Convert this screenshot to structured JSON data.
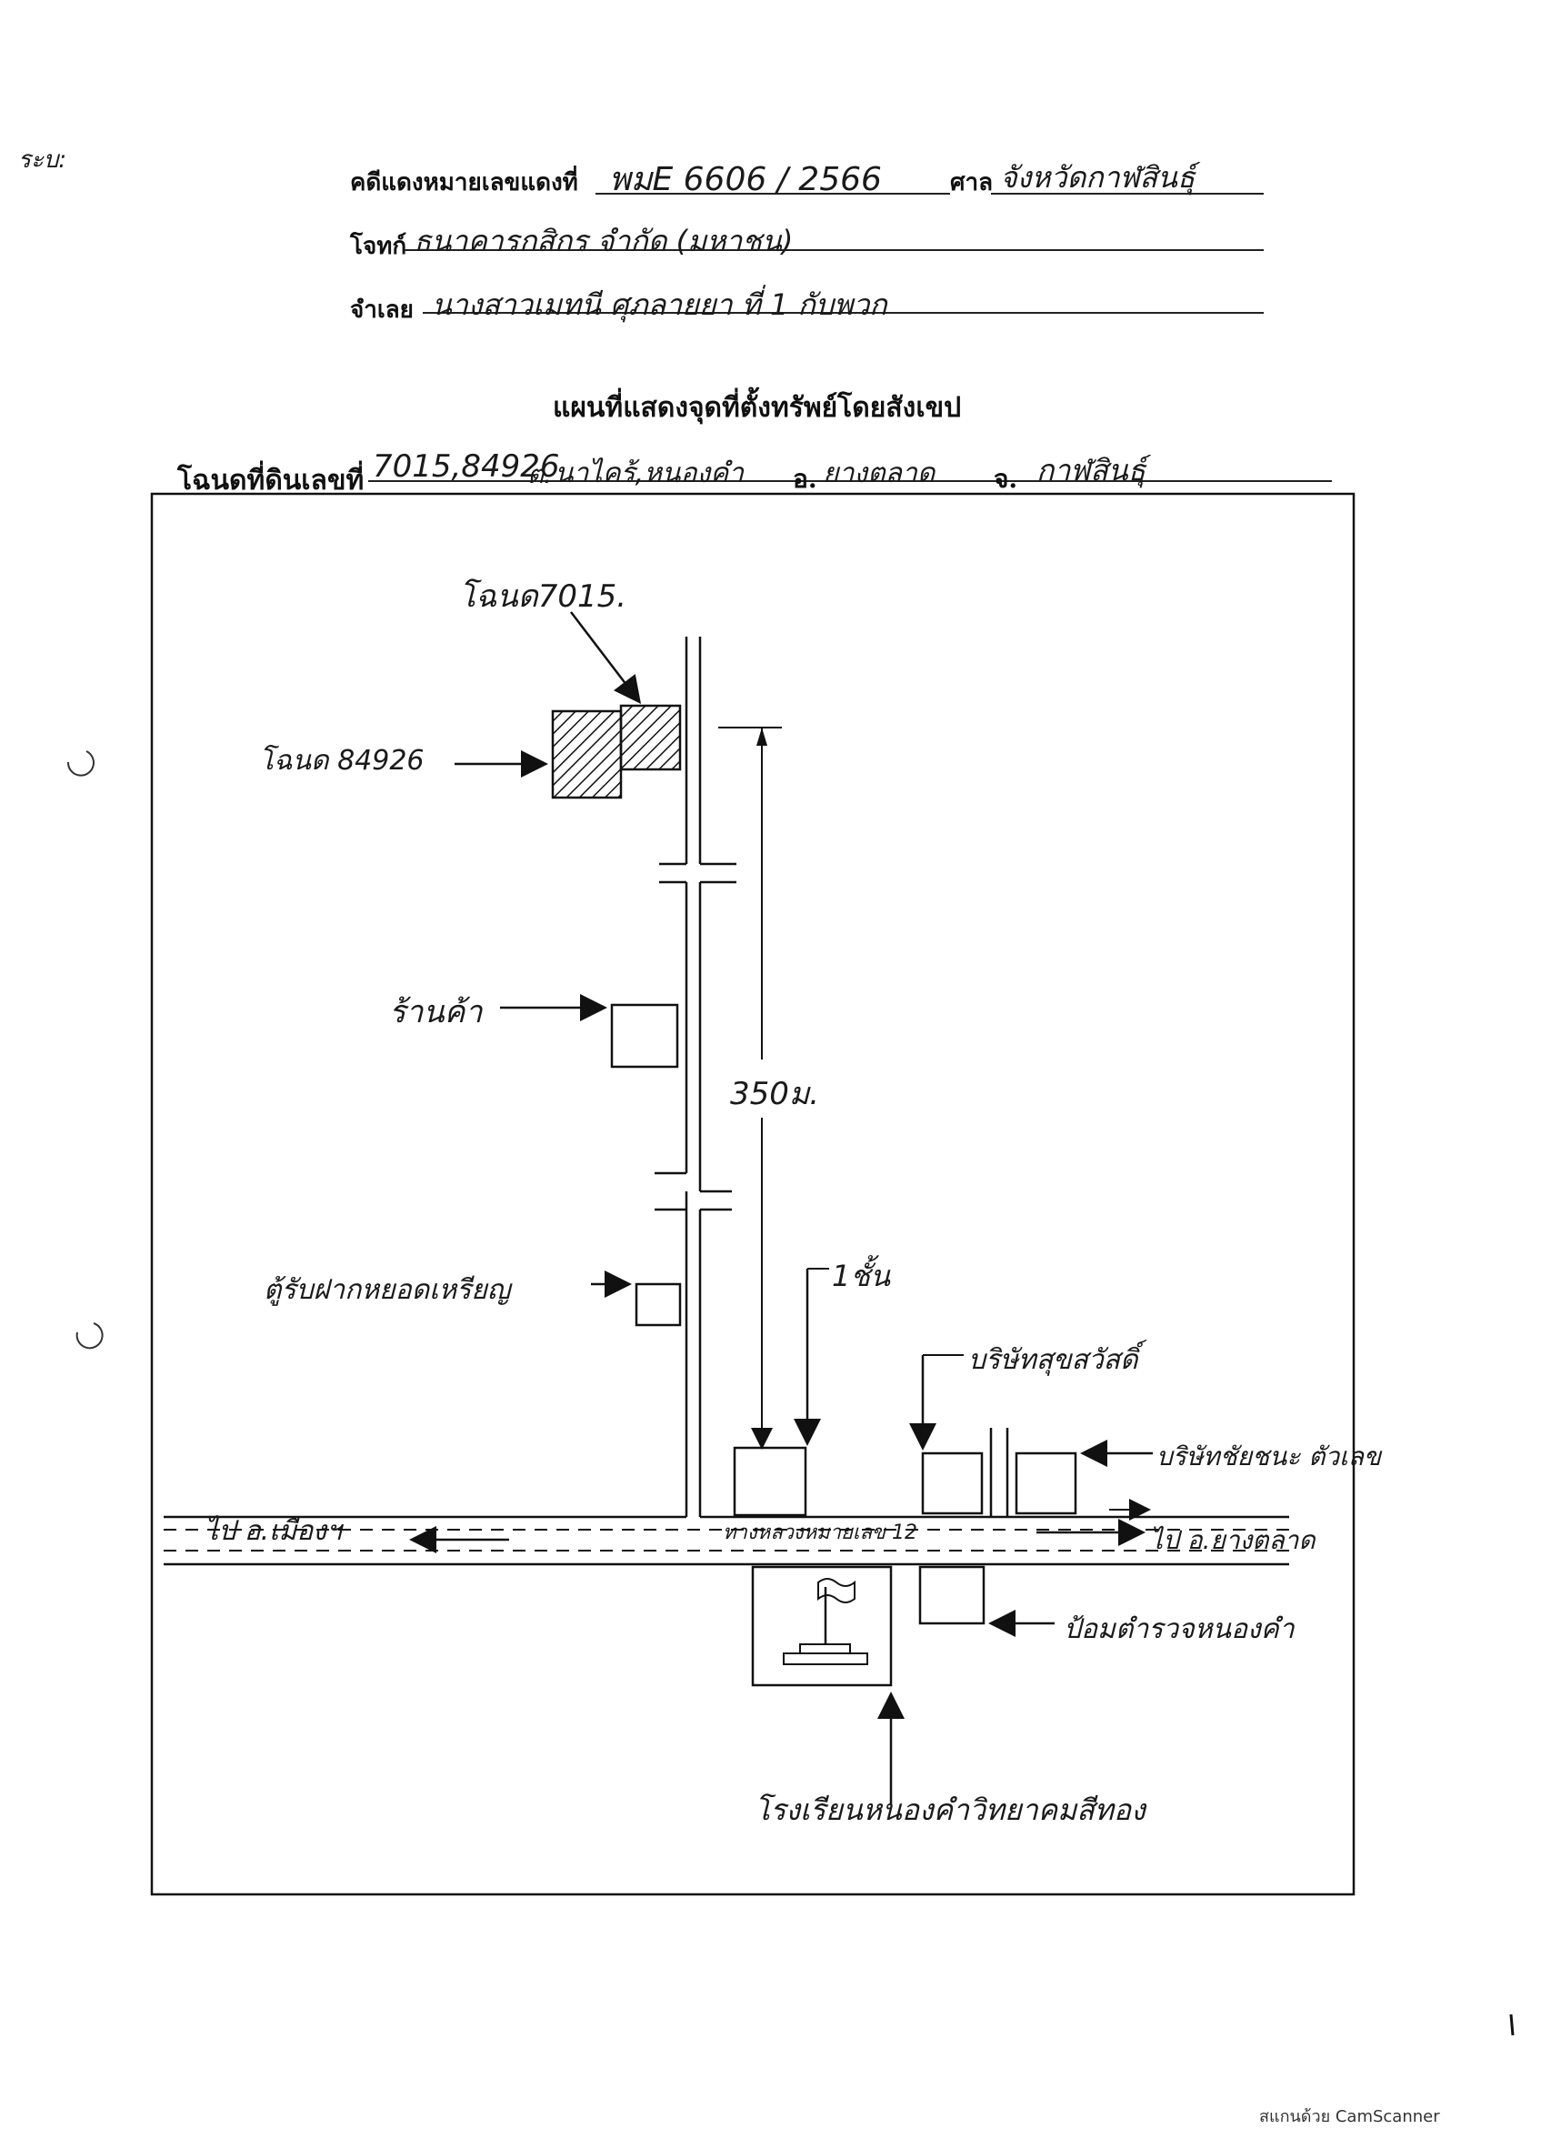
{
  "corner_mark": "ระบ:",
  "header": {
    "case_label": "คดีแดงหมายเลขแดงที่",
    "case_value": "พมE 6606 / 2566",
    "court_label": "ศาล",
    "court_value": "จังหวัดกาฬสินธุ์",
    "plaintiff_label": "โจทก์",
    "plaintiff_value": "ธนาคารกสิกร จำกัด (มหาชน)",
    "defendant_label": "จำเลย",
    "defendant_value": "นางสาวเมทนี ศุภลายยา ที่ 1 กับพวก"
  },
  "map_title": "แผนที่แสดงจุดที่ตั้งทรัพย์โดยสังเขป",
  "deed": {
    "label": "โฉนดที่ดินเลขที่",
    "numbers": "7015,84926",
    "tambon_prefix": "ต.",
    "tambon": "นาไคร้,หนองคำ",
    "amphoe_prefix": "อ.",
    "amphoe": "ยางตลาด",
    "province_prefix": "จ.",
    "province": "กาฬสินธุ์"
  },
  "map_labels": {
    "deed_7015": "โฉนด7015.",
    "deed_84926": "โฉนด 84926",
    "shop": "ร้านค้า",
    "atm": "ตู้รับฝากหยอดเหรียญ",
    "distance": "350ม.",
    "one_house": "1ชั้น",
    "company_right1": "บริษัทสุขสวัสดิ์",
    "company_right2": "บริษัทชัยชนะ ตัวเลข",
    "road_name": "ทางหลวงหมายเลข 12",
    "to_left": "ไป อ.เมืองฯ",
    "to_right": "ไป อ.ยางตลาด",
    "police_box": "ป้อมตำรวจหนองคำ",
    "school": "โรงเรียนหนองคำวิทยาคมสีทอง"
  },
  "footer": "สแกนด้วย CamScanner"
}
